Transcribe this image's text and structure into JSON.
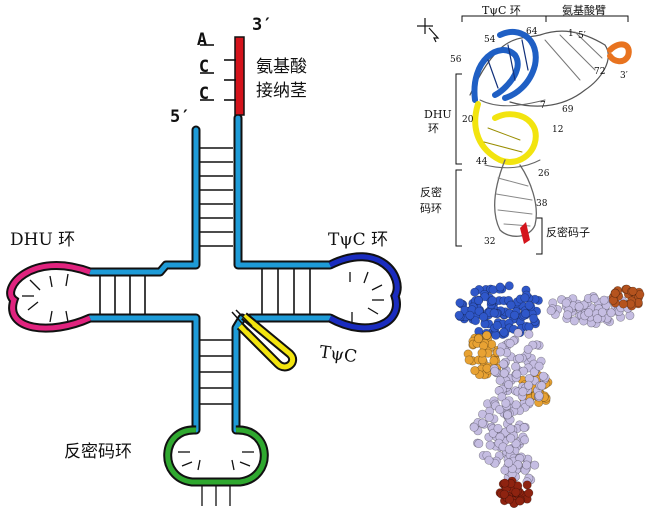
{
  "left_diagram": {
    "nucleotides": [
      "A",
      "C",
      "C"
    ],
    "three_prime": "3′",
    "five_prime": "5′",
    "acceptor_stem": "氨基酸\n接纳茎",
    "dhu_loop": "DHU 环",
    "tpsic_loop": "TψC 环",
    "tpsic_sequence": "TψC",
    "anticodon_loop": "反密码环"
  },
  "right_top": {
    "tpsic_loop": "TψC 环",
    "acceptor_arm": "氨基酸臂",
    "dhu_loop": "DHU\n环",
    "anticodon_loop": "反密\n码环",
    "anticodon": "反密码子",
    "positions": [
      "54",
      "64",
      "56",
      "1",
      "5′",
      "72",
      "3′",
      "20",
      "7",
      "69",
      "12",
      "44",
      "26",
      "38",
      "32"
    ]
  },
  "colors": {
    "stem_blue": "#1e9bd7",
    "acceptor_red": "#d4141c",
    "dhu_magenta": "#e0237e",
    "tpsic_navy": "#1a2cbf",
    "variable_yellow": "#f2e40f",
    "anticodon_green": "#2fa82f",
    "model_blue": "#2f57c9",
    "model_lavender": "#c5bde2",
    "model_orange": "#e8a233",
    "model_red": "#8e2310"
  }
}
